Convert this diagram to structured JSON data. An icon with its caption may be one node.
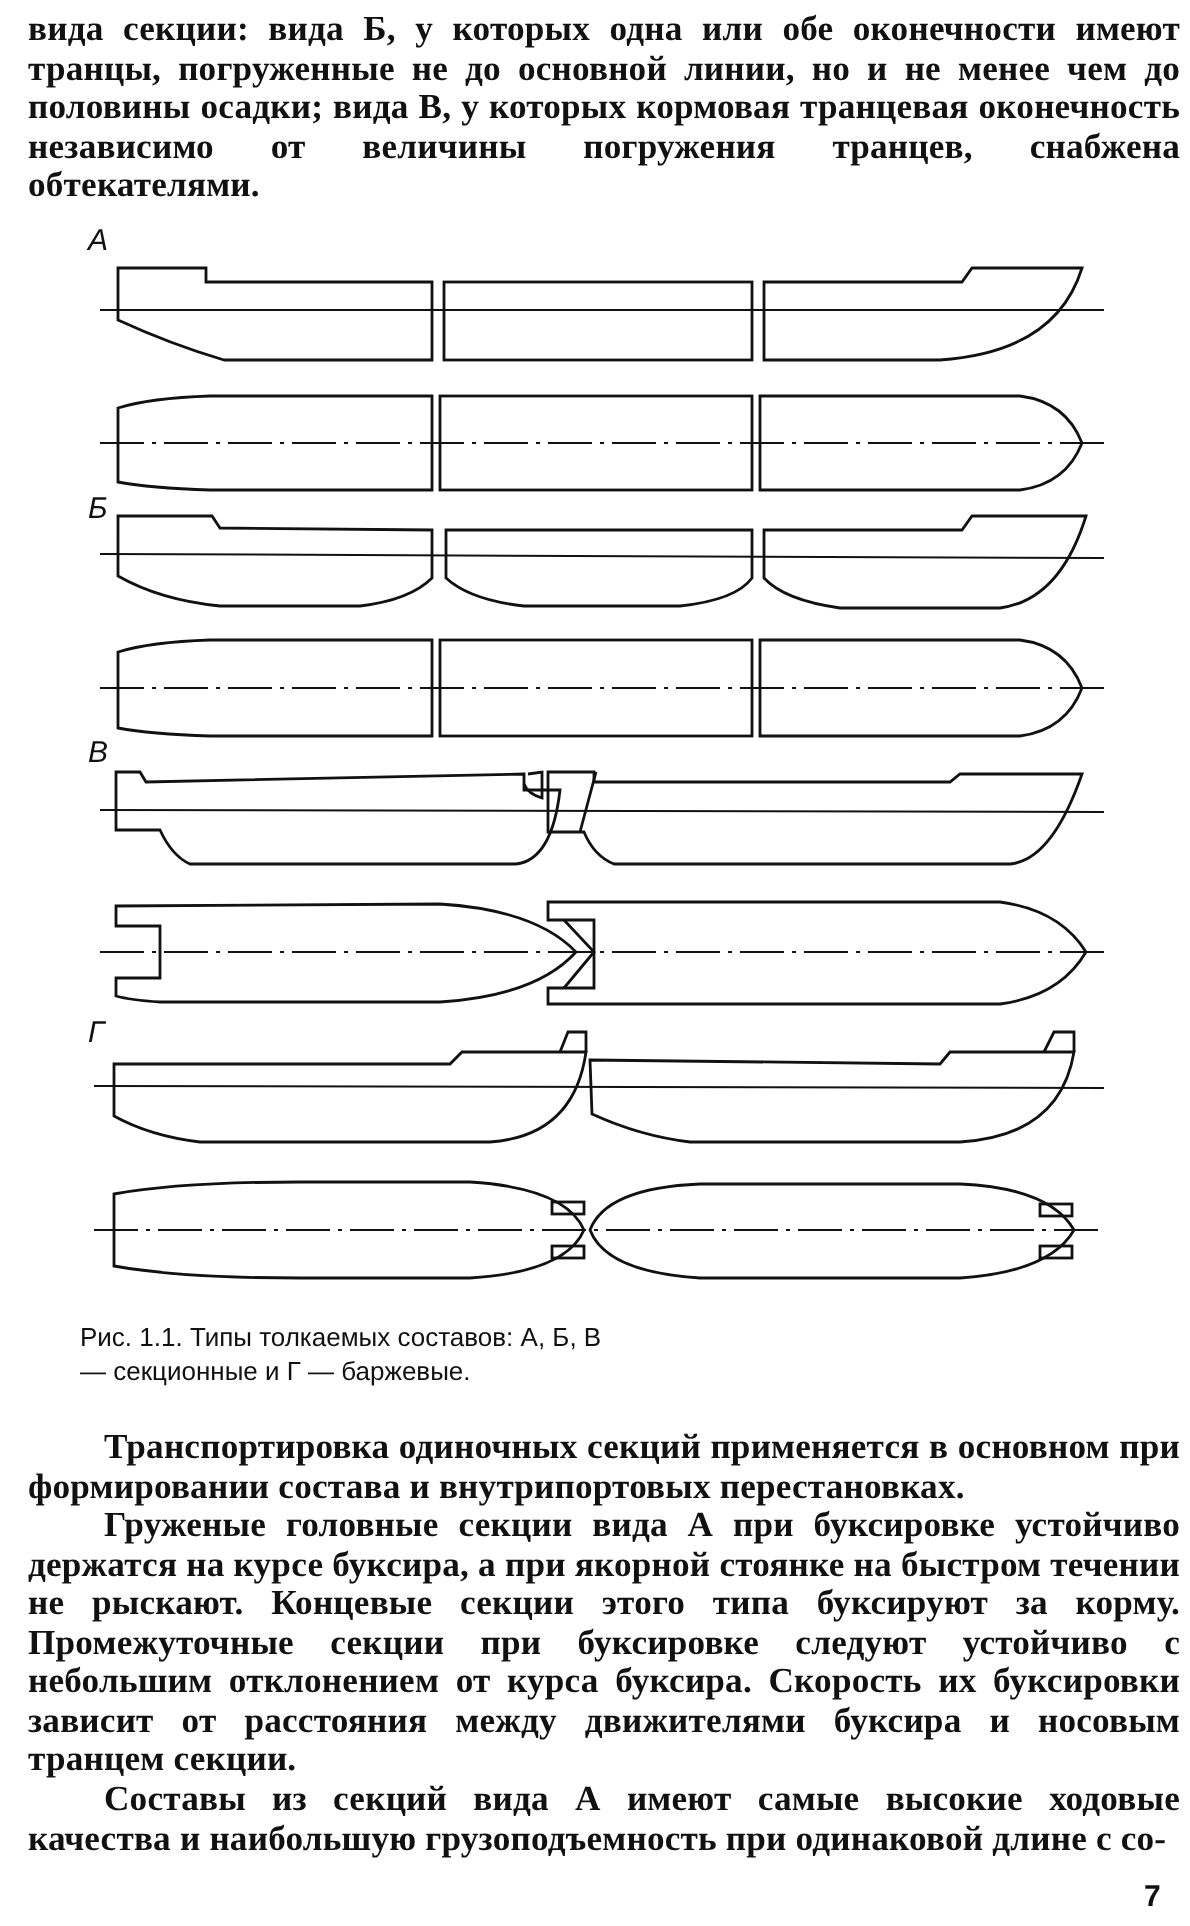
{
  "diagram": {
    "caption": "Рис. 1.1. Типы толкаемых составов: А, Б, В — секционные и Г — баржевые.",
    "labels": [
      "вида секции: вида Б, у которых одна или обе оконечности имеют транцы, погруженные не до основной линии, но и не менее чем до половины осадки; вида В, у которых кормовая транцевая оконечность независимо от величины погружения транцев, снабжена обтекателями.",
      "А",
      "Б",
      "В",
      "Г",
      "Транспортировка одиночных секций применяется в основном при формировании состава и внутрипортовых перестановках.",
      "Груженые головные секции вида А при буксировке устойчиво держатся на курсе буксира, а при якорной стоянке на быстром течении не рыскают. Концевые секции этого типа буксируют за корму. Промежуточные секции при буксировке следуют устойчиво с небольшим отклонением от курса буксира. Скорость их буксировки зависит от расстояния между движителями буксира и носовым транцем секции.",
      "Составы из секций вида А имеют самые высокие ходовые качества и наибольшую грузоподъемность при одинаковой длине с со-",
      "7"
    ]
  }
}
